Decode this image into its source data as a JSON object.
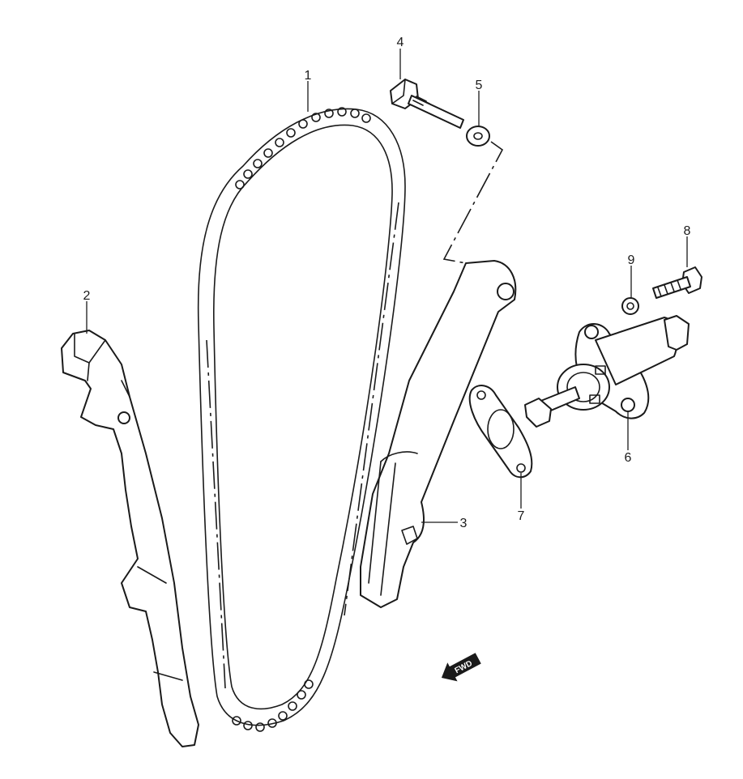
{
  "callouts": [
    {
      "id": "1",
      "label": "1"
    },
    {
      "id": "2",
      "label": "2"
    },
    {
      "id": "3",
      "label": "3"
    },
    {
      "id": "4",
      "label": "4"
    },
    {
      "id": "5",
      "label": "5"
    },
    {
      "id": "6",
      "label": "6"
    },
    {
      "id": "7",
      "label": "7"
    },
    {
      "id": "8",
      "label": "8"
    },
    {
      "id": "9",
      "label": "9"
    }
  ],
  "fwd_badge": {
    "label": "FWD"
  },
  "colors": {
    "line": "#1a1a1a",
    "background": "#ffffff"
  }
}
